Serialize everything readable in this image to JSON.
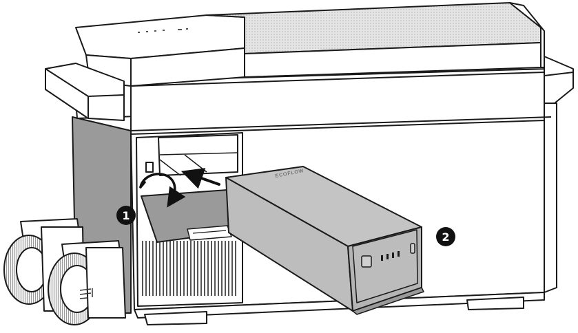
{
  "steps": [
    {
      "number": "1"
    },
    {
      "number": "2"
    }
  ],
  "battery": {
    "brand": "ECOFLOW"
  },
  "colors": {
    "line": "#1a1a1a",
    "body_fill": "#ffffff",
    "shadow_fill": "#9a9a9a",
    "battery_fill": "#c4c4c4",
    "battery_front": "#b5b5b5",
    "lid_top_texture": "#d9d9d9",
    "callout_fill": "#111111"
  },
  "icons": [
    "rotate-arrow-icon",
    "insert-arrow-icon",
    "wheel-icon",
    "ef-logo-icon"
  ]
}
